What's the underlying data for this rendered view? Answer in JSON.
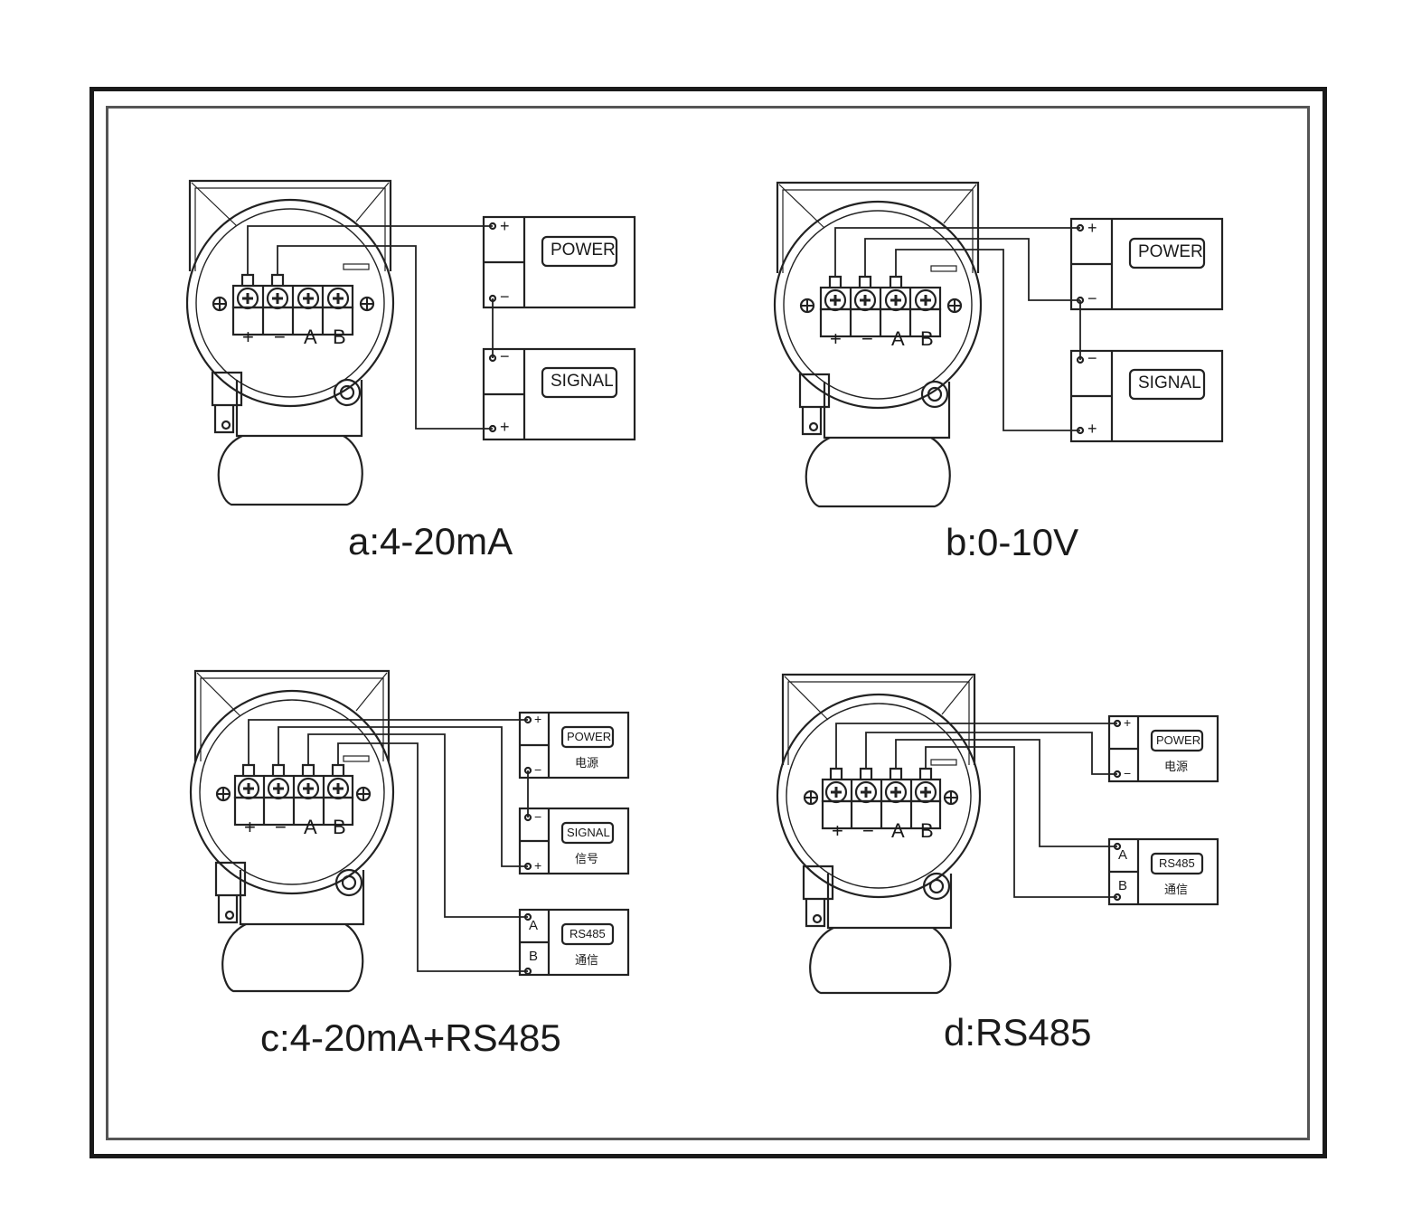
{
  "colors": {
    "line": "#222222",
    "background": "#ffffff"
  },
  "terminal_labels": [
    "+",
    "−",
    "A",
    "B"
  ],
  "boxes": {
    "power": "POWER",
    "power_cn": "电源",
    "signal": "SIGNAL",
    "signal_cn": "信号",
    "rs485": "RS485",
    "rs485_cn": "通信"
  },
  "terminal_marks": {
    "plus": "+",
    "minus": "−",
    "a": "A",
    "b": "B"
  },
  "diagrams": {
    "a": {
      "caption": "a:4-20mA"
    },
    "b": {
      "caption": "b:0-10V"
    },
    "c": {
      "caption": "c:4-20mA+RS485"
    },
    "d": {
      "caption": "d:RS485"
    }
  }
}
